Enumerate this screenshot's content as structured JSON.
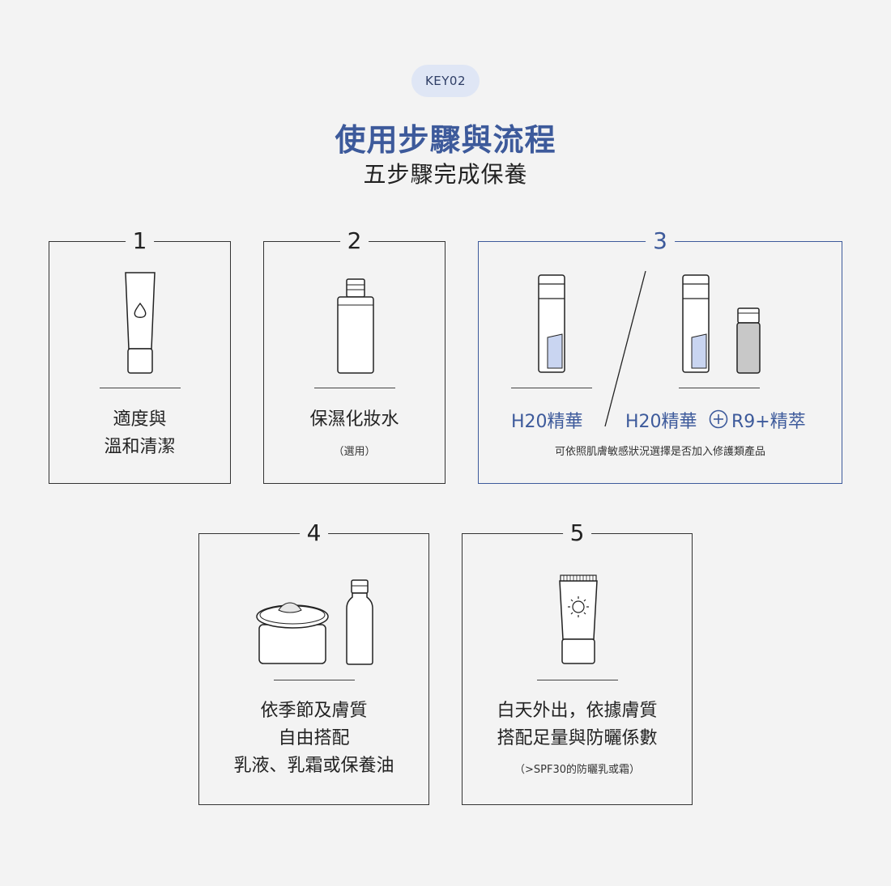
{
  "header": {
    "badge": "KEY02",
    "title": "使用步驟與流程",
    "subtitle": "五步驟完成保養"
  },
  "steps": [
    {
      "number": "1",
      "lines": [
        "適度與",
        "溫和清潔"
      ]
    },
    {
      "number": "2",
      "lines": [
        "保濕化妝水"
      ],
      "note": "（選用）"
    },
    {
      "number": "3",
      "option_a": "H20精華",
      "option_b_part1": "H20精華",
      "option_b_part2": "R9+精萃",
      "note": "可依照肌膚敏感狀況選擇是否加入修護類產品"
    },
    {
      "number": "4",
      "lines": [
        "依季節及膚質",
        "自由搭配",
        "乳液、乳霜或保養油"
      ]
    },
    {
      "number": "5",
      "lines": [
        "白天外出，依據膚質",
        "搭配足量與防曬係數"
      ],
      "note": "（>SPF30的防曬乳或霜）"
    }
  ],
  "icons": {
    "step1": "cleanser-tube-icon",
    "step2": "toner-bottle-icon",
    "step3": "serum-bottle-icon",
    "step4": "cream-jar-icon",
    "step5": "sunscreen-tube-icon",
    "plus": "circled-plus-icon"
  },
  "colors": {
    "accent": "#3d5a9b",
    "badge_bg": "#dfe6f5",
    "serum_fill": "#c9d5f1",
    "grey_bottle": "#c8c8c8"
  }
}
